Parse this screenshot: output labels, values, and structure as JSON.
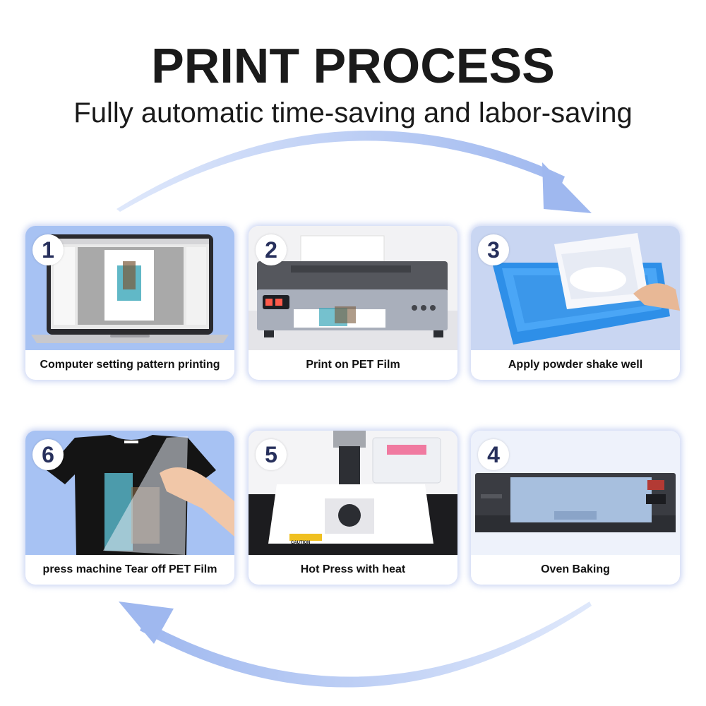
{
  "header": {
    "title": "PRINT PROCESS",
    "subtitle": "Fully automatic time-saving and labor-saving"
  },
  "steps": [
    {
      "number": "1",
      "caption": "Computer setting pattern printing"
    },
    {
      "number": "2",
      "caption": "Print on PET Film"
    },
    {
      "number": "3",
      "caption": "Apply powder shake well"
    },
    {
      "number": "4",
      "caption": "Oven Baking"
    },
    {
      "number": "5",
      "caption": "Hot Press with heat"
    },
    {
      "number": "6",
      "caption": "press machine Tear off PET Film"
    }
  ],
  "labels": {
    "caution": "CAUTION"
  },
  "colors": {
    "arrow": "#a8bff0",
    "card_bg_blue": "#a7c2f3",
    "badge_text": "#27305c"
  }
}
